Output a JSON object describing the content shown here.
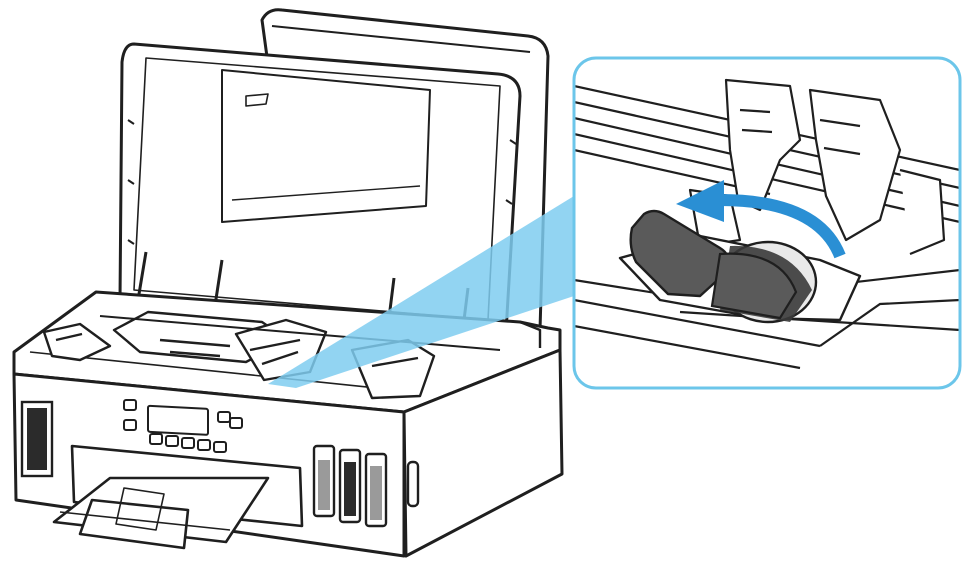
{
  "figure": {
    "subject": "inkjet-printer-open-scanning-unit",
    "callout_focus": "print-head-lock-lever",
    "action": "rotate-lever-counterclockwise"
  },
  "colors": {
    "line": "#1f1f1f",
    "callout_border": "#6cc6ea",
    "callout_beam": "#7fcdf0",
    "arrow": "#2a8fd4",
    "lever": "#5a5a5a",
    "lever_shadow": "#3a3a3a",
    "tank_ink": "#2b2b2b",
    "body_fill": "#ffffff"
  }
}
